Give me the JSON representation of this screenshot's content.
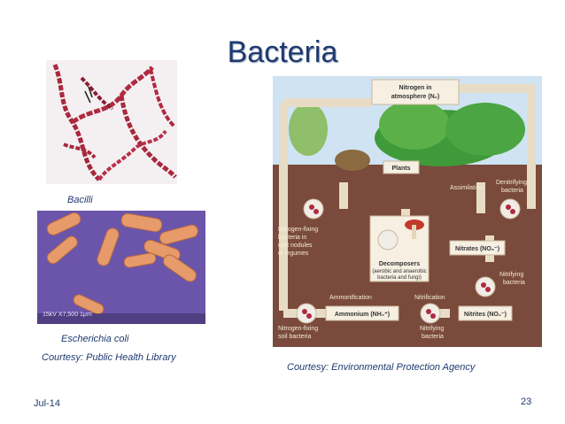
{
  "slide": {
    "title": "Bacteria",
    "footer_date": "Jul-14",
    "page_number": "23"
  },
  "images": {
    "bacilli": {
      "caption": "Bacilli"
    },
    "ecoli": {
      "caption": "Escherichia coli",
      "microscope_text": "15kV  X7,500  1μm"
    },
    "left_credit": "Courtesy: Public Health Library",
    "right_credit": "Courtesy: Environmental Protection Agency"
  },
  "diagram": {
    "nitrogen_atm": "Nitrogen in",
    "nitrogen_atm2": "atmosphere (N₂)",
    "plants": "Plants",
    "assimilation": "Assimilation",
    "denitrifying": "Denitrifying",
    "denitrifying2": "bacteria",
    "nf_root1": "Nitrogen-fixing",
    "nf_root2": "bacteria in",
    "nf_root3": "root nodules",
    "nf_root4": "of legumes",
    "decomposers": "Decomposers",
    "decomposers2": "(aerobic and anaerobic",
    "decomposers3": "bacteria and fungi)",
    "nitrates": "Nitrates (NO₃⁻)",
    "ammonification": "Ammonification",
    "nitrification": "Nitrification",
    "nitrifying1": "Nitrifying",
    "nitrifying2": "bacteria",
    "nf_soil1": "Nitrogen-fixing",
    "nf_soil2": "soil bacteria",
    "ammonium": "Ammonium (NH₄⁺)",
    "nitrifying_b1": "Nitrifying",
    "nitrifying_b2": "bacteria",
    "nitrites": "Nitrites (NO₂⁻)"
  }
}
